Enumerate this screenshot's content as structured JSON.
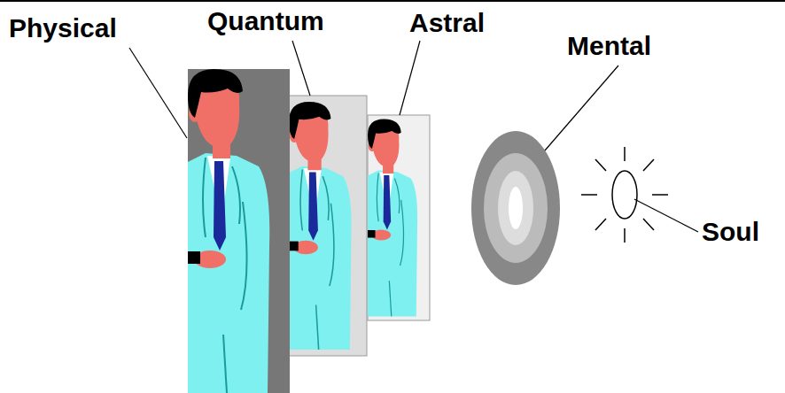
{
  "diagram": {
    "labels": [
      "Physical",
      "Quantum",
      "Astral",
      "Mental",
      "Soul"
    ]
  }
}
